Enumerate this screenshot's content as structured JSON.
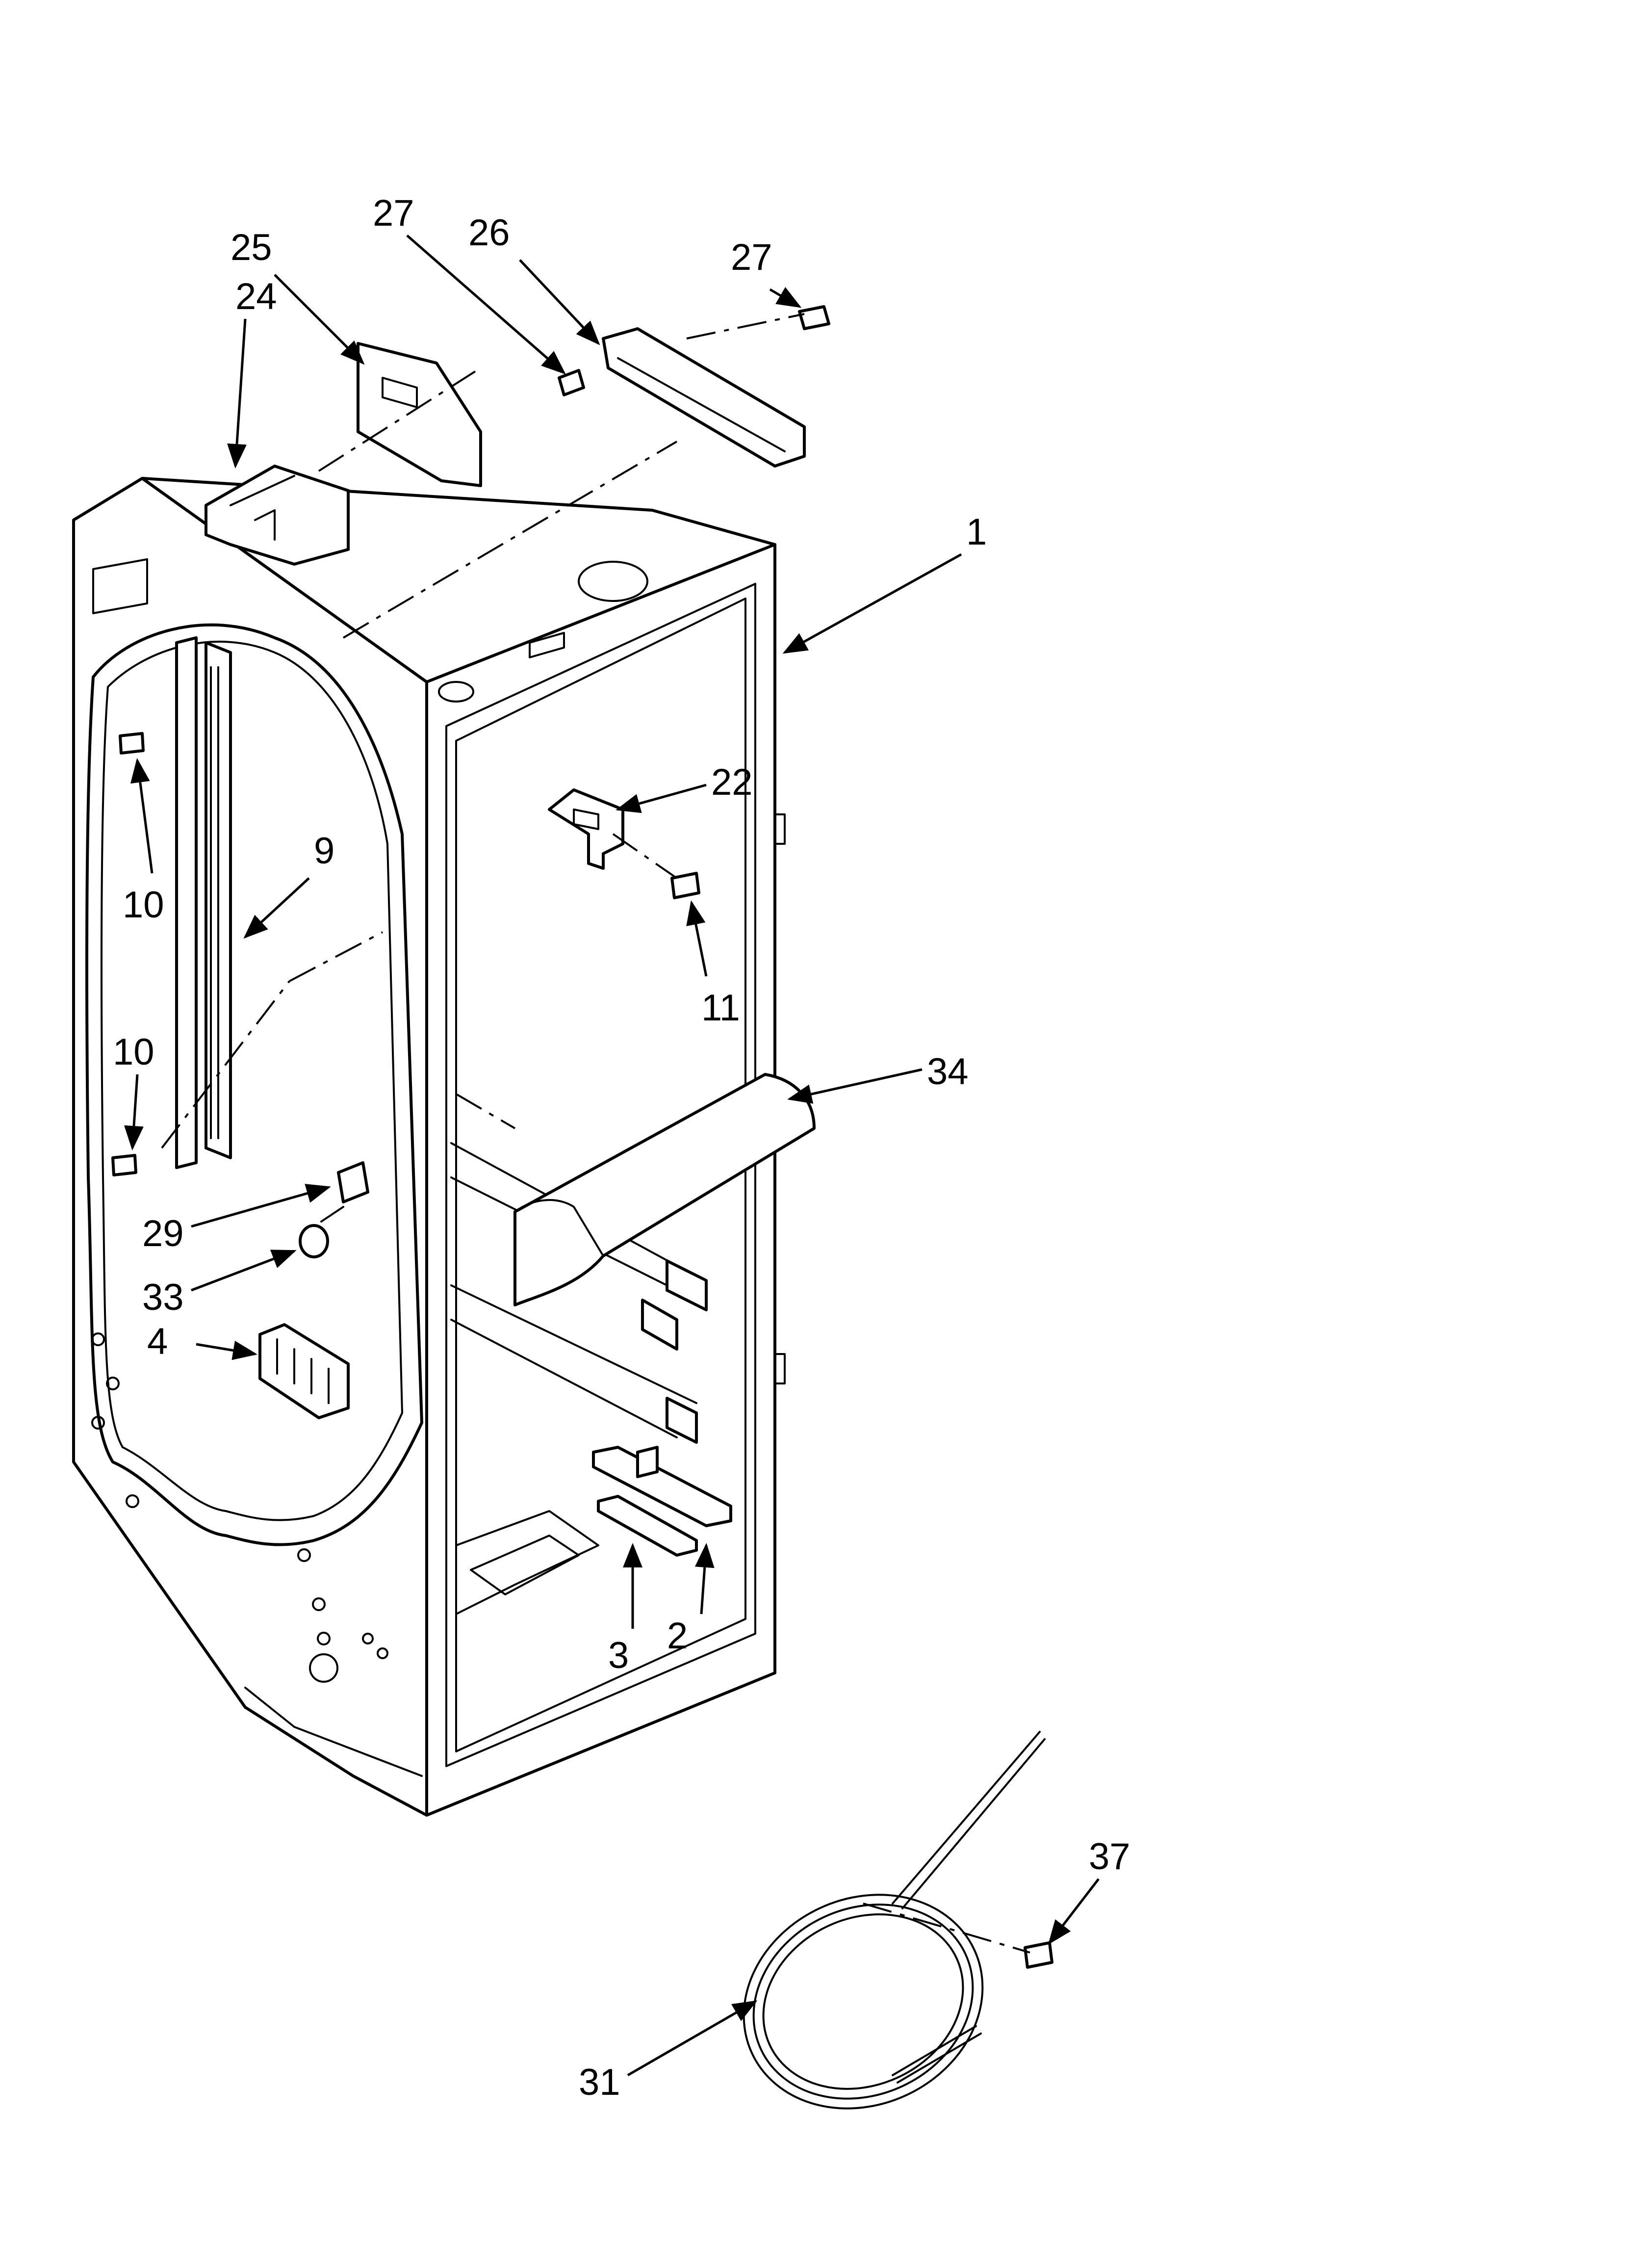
{
  "callouts": {
    "c1": "1",
    "c2": "2",
    "c3": "3",
    "c4": "4",
    "c9": "9",
    "c10a": "10",
    "c10b": "10",
    "c11": "11",
    "c22": "22",
    "c24": "24",
    "c25": "25",
    "c26": "26",
    "c27a": "27",
    "c27b": "27",
    "c29": "29",
    "c31": "31",
    "c33": "33",
    "c34": "34",
    "c37": "37"
  }
}
